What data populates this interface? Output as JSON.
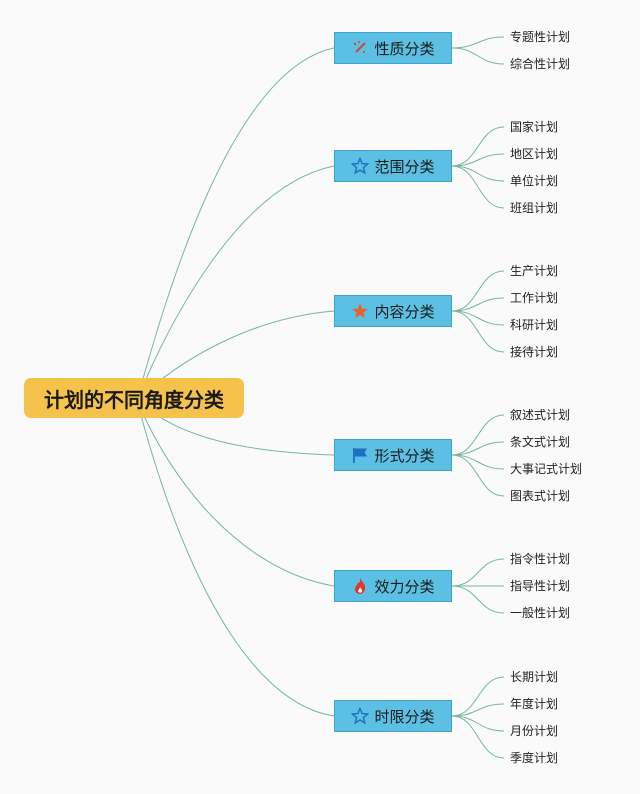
{
  "root": {
    "label": "计划的不同角度分类"
  },
  "branches": [
    {
      "label": "性质分类",
      "icon": "magic-wand-icon",
      "leaves": [
        "专题性计划",
        "综合性计划"
      ]
    },
    {
      "label": "范围分类",
      "icon": "star-outline-icon",
      "leaves": [
        "国家计划",
        "地区计划",
        "单位计划",
        "班组计划"
      ]
    },
    {
      "label": "内容分类",
      "icon": "star-filled-icon",
      "leaves": [
        "生产计划",
        "工作计划",
        "科研计划",
        "接待计划"
      ]
    },
    {
      "label": "形式分类",
      "icon": "flag-icon",
      "leaves": [
        "叙述式计划",
        "条文式计划",
        "大事记式计划",
        "图表式计划"
      ]
    },
    {
      "label": "效力分类",
      "icon": "flame-icon",
      "leaves": [
        "指令性计划",
        "指导性计划",
        "一般性计划"
      ]
    },
    {
      "label": "时限分类",
      "icon": "star-outline-icon",
      "leaves": [
        "长期计划",
        "年度计划",
        "月份计划",
        "季度计划"
      ]
    }
  ],
  "colors": {
    "root_bg": "#f5c34b",
    "branch_bg": "#5bc0e3",
    "connector": "#76b7a0"
  }
}
